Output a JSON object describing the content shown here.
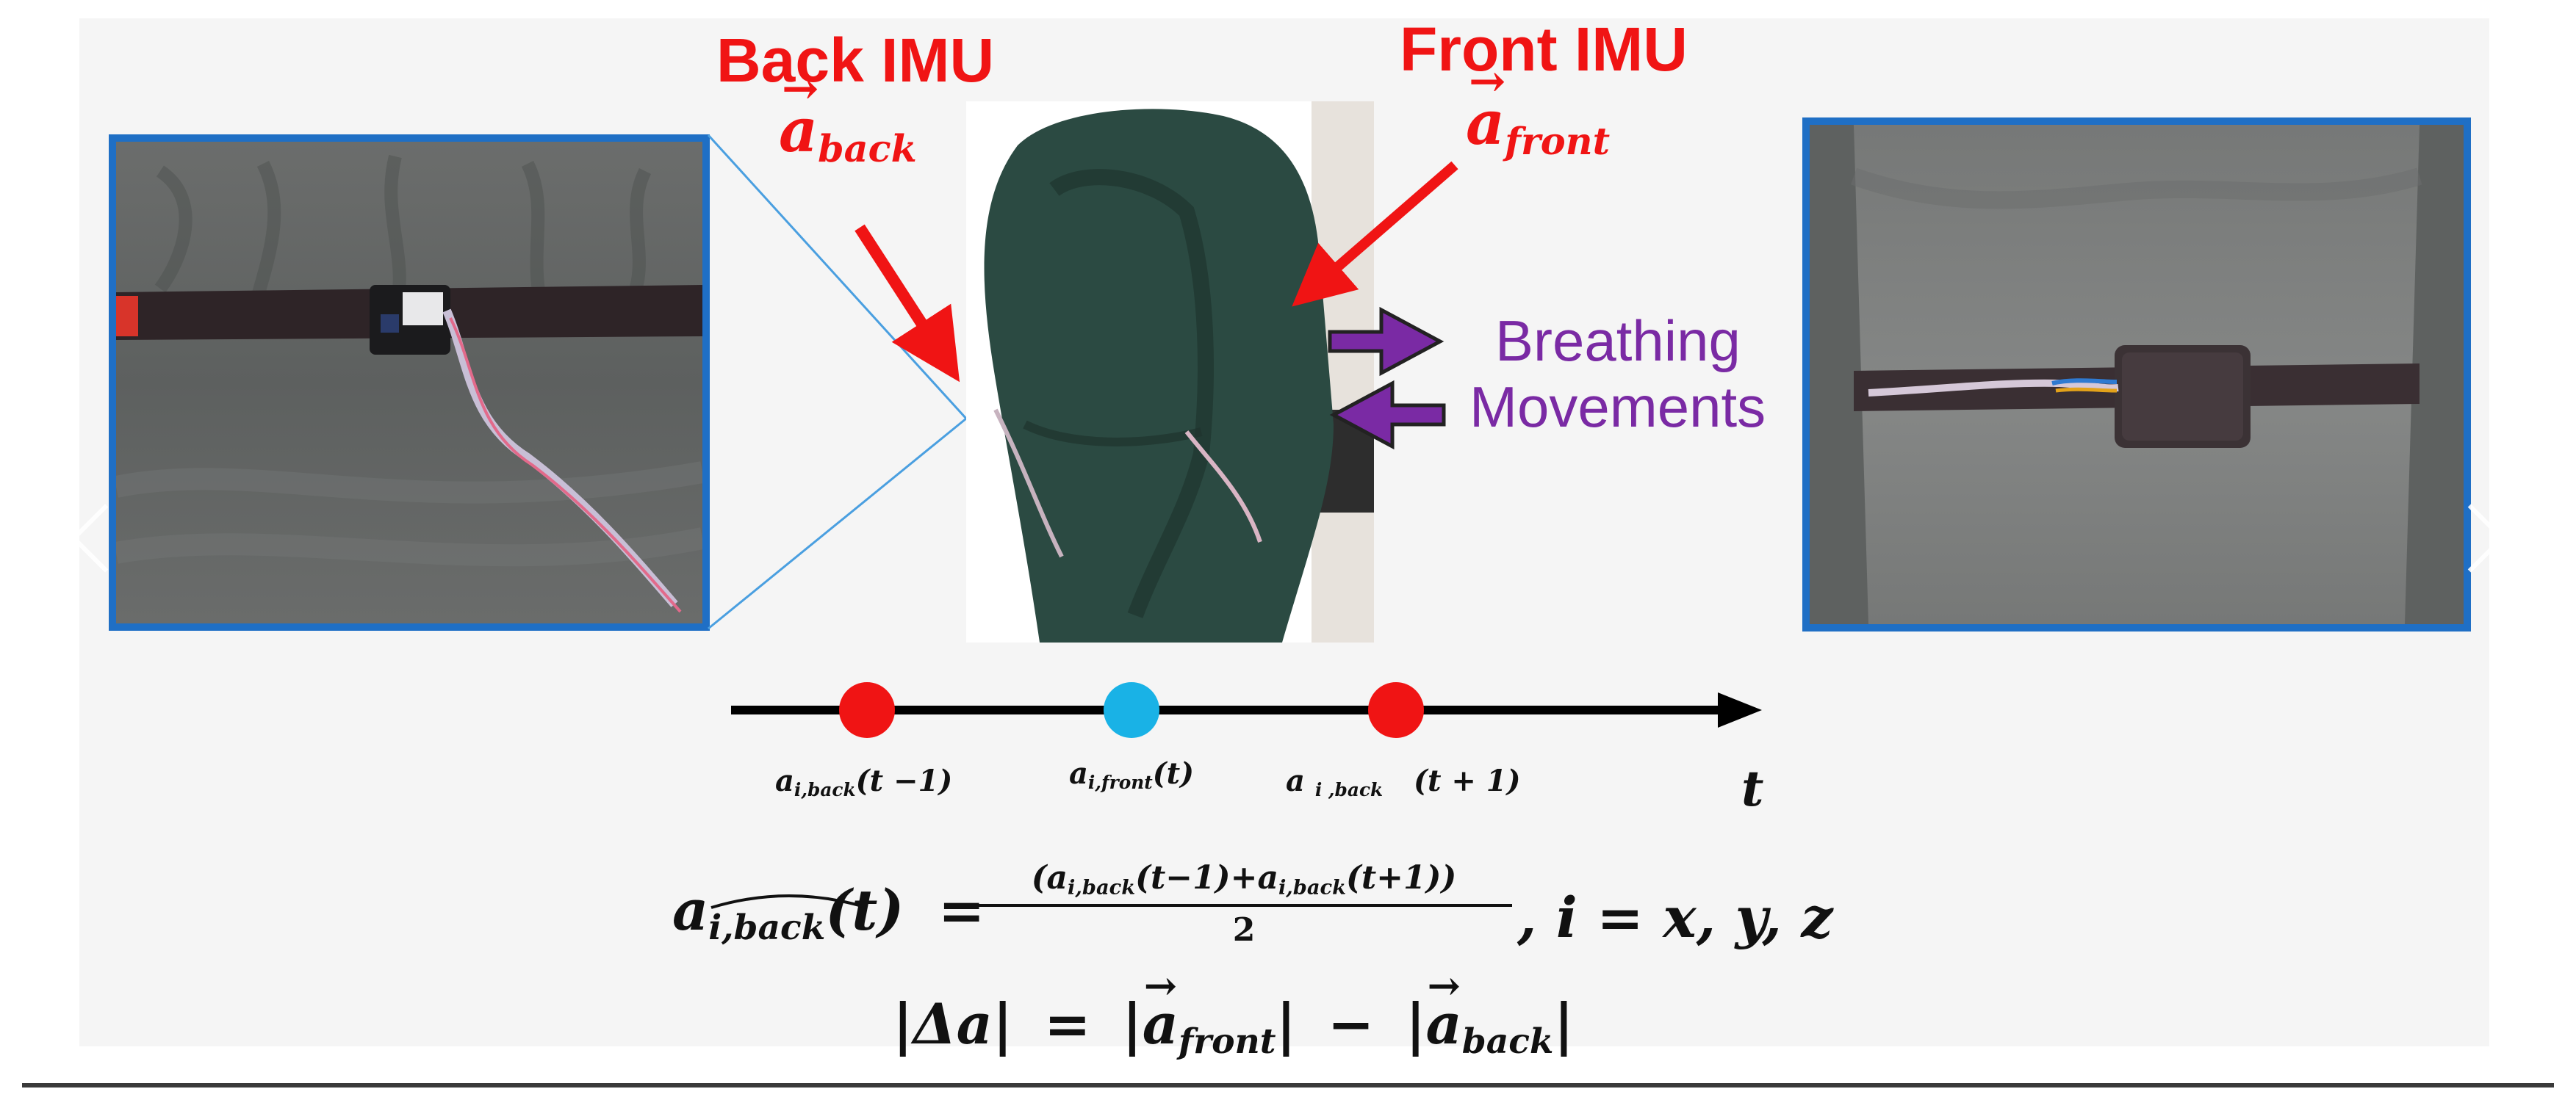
{
  "labels": {
    "back_imu": "Back IMU",
    "back_vec": "a",
    "back_vec_sub": "back",
    "front_imu": "Front IMU",
    "front_vec": "a",
    "front_vec_sub": "front",
    "breathing_line1": "Breathing",
    "breathing_line2": "Movements"
  },
  "timeline": {
    "axis_label": "t",
    "point1": {
      "base": "a",
      "sub": "i,back",
      "arg": "(t −1)"
    },
    "point2": {
      "base": "a",
      "sub": "i,front",
      "arg": "(t)"
    },
    "point3": {
      "base": "a",
      "sub": "i ,back",
      "arg": "(t + 1)"
    }
  },
  "formula1": {
    "lhs_base": "a",
    "lhs_sub": "i,back",
    "lhs_arg": "(t)",
    "equals": "=",
    "numerator": "(a_{i,back}(t−1)+a_{i,back}(t+1))",
    "num_open": "(",
    "num_a1": "a",
    "num_s1": "i,back",
    "num_arg1": "(t−1)+",
    "num_a2": "a",
    "num_s2": "i,back",
    "num_arg2": "(t+1))",
    "denominator": "2",
    "tail": ", i = x, y, z"
  },
  "formula2": {
    "lhs": "|Δa|",
    "eq": "=",
    "front_base": "a",
    "front_sub": "front",
    "minus": "−",
    "back_base": "a",
    "back_sub": "back"
  },
  "colors": {
    "red": "#f01414",
    "blue_dot": "#19b2e6",
    "purple": "#7a2aa4",
    "frame": "#1f6fc5"
  }
}
